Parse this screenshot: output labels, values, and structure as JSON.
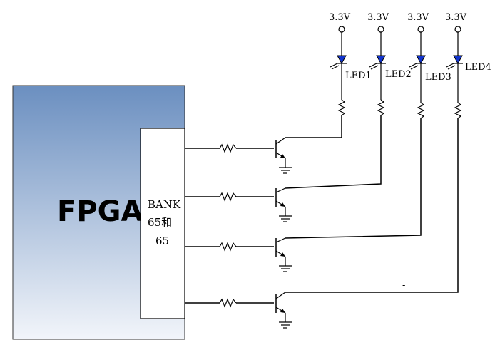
{
  "fpga": {
    "label": "FPGA"
  },
  "bank": {
    "line1": "BANK",
    "line2": "65和",
    "line3": "65"
  },
  "supply": {
    "label": "3.3V"
  },
  "leds": [
    {
      "label": "LED1"
    },
    {
      "label": "LED2"
    },
    {
      "label": "LED3"
    },
    {
      "label": "LED4"
    }
  ],
  "stray_mark": "-",
  "colors": {
    "led_fill": "#1133cc",
    "fpga_top": "#6b8fc0",
    "fpga_bottom": "#f2f5fa"
  }
}
